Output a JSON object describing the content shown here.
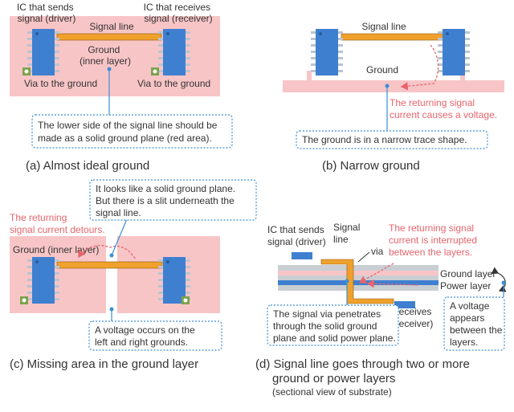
{
  "colors": {
    "ground": "#f8c5c7",
    "chip": "#3f7fd0",
    "signal": "#f0a12c",
    "accent_text": "#e8646c",
    "callout_border": "#3a8fd6",
    "via": "#7aa34b"
  },
  "panel_a": {
    "driver_label": "IC that sends\nsignal (driver)",
    "receiver_label": "IC that receives\nsignal (receiver)",
    "signal_line": "Signal line",
    "ground": "Ground\n(inner layer)",
    "via_left": "Via to the ground",
    "via_right": "Via to the ground",
    "callout": "The lower side of the signal line should be\nmade as a solid ground plane (red area).",
    "caption": "(a) Almost ideal ground"
  },
  "panel_b": {
    "signal_line": "Signal line",
    "ground": "Ground",
    "return_note": "The returning signal\ncurrent causes a voltage.",
    "callout": "The ground is in a narrow trace shape.",
    "caption": "(b) Narrow ground"
  },
  "panel_c": {
    "top_callout": "It looks like a solid ground plane.\nBut there is a slit underneath the\nsignal line.",
    "detour_note": "The returning\nsignal current detours.",
    "ground": "Ground (inner layer)",
    "bottom_callout": "A voltage occurs on the\nleft and right grounds.",
    "caption": "(c) Missing area in the ground layer"
  },
  "panel_d": {
    "driver_label": "IC that sends\nsignal (driver)",
    "signal_line": "Signal\nline",
    "via": "via",
    "interrupt_note": "The returning signal\ncurrent is interrupted\nbetween the layers.",
    "ground_layer": "Ground layer",
    "power_layer": "Power layer",
    "receiver_label": "IC that receives\nsignal (receiver)",
    "via_callout": "The signal via penetrates\nthrough the solid ground\nplane and solid power plane.",
    "voltage_callout": "A voltage\nappears\nbetween the\nlayers.",
    "caption": "(d) Signal line goes through two or more\nground or power layers",
    "subcaption": "(sectional view of substrate)"
  }
}
